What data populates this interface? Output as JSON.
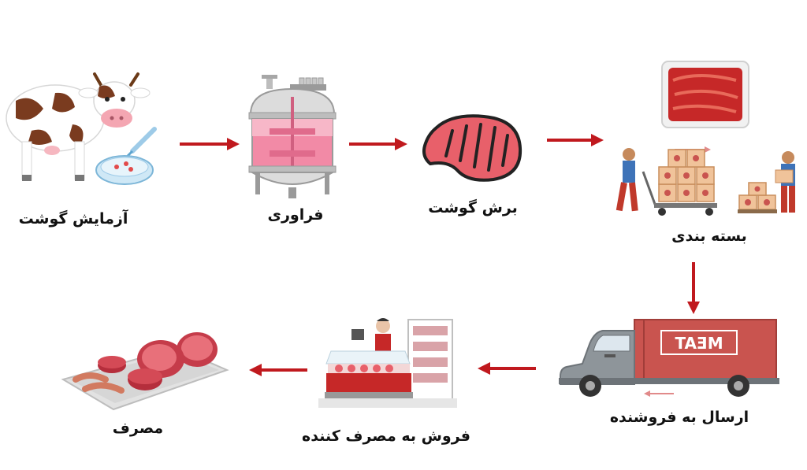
{
  "steps": {
    "lab_meat": "آزمایش گوشت",
    "processing": "فراوری",
    "cutting": "برش گوشت",
    "packaging": "بسته بندی",
    "shipping": "ارسال به فروشنده",
    "selling": "فروش به مصرف کننده",
    "consumption": "مصرف"
  },
  "truck_text": "MEAT",
  "colors": {
    "arrow": "#c0191e",
    "meat": "#e8606a",
    "meat_dark": "#b03040",
    "truck": "#c9544f"
  }
}
